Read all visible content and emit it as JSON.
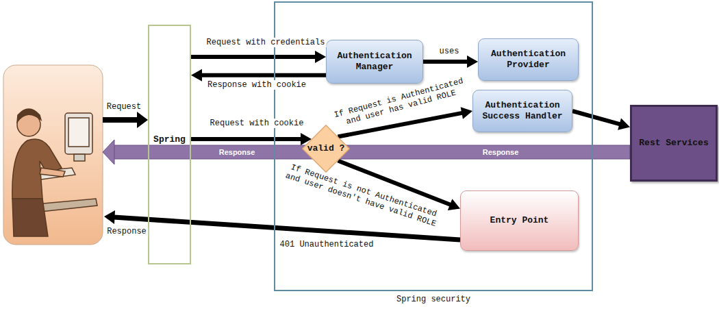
{
  "diagram": {
    "nodes": [
      {
        "text": [
          "Spring"
        ]
      },
      {
        "text": [
          "Spring security"
        ]
      },
      {
        "text": [
          "Authentication Manager"
        ],
        "in": 1
      },
      {
        "text": [
          "Authentication Provider"
        ],
        "in": 1
      },
      {
        "text": [
          "valid ?"
        ],
        "in": 1
      },
      {
        "text": [
          "Authentication Success Handler"
        ],
        "in": 1
      },
      {
        "text": [
          "Entry Point"
        ],
        "in": 1
      },
      {
        "text": [
          "Rest Services"
        ]
      }
    ],
    "edges": [
      {
        "from": 0,
        "to": 2,
        "arrow": "to",
        "label": "Request with credentials"
      },
      {
        "from": 2,
        "to": 0,
        "arrow": "to",
        "label": "Response with cookie"
      },
      {
        "from": 2,
        "to": 3,
        "arrow": "to",
        "label": "uses"
      },
      {
        "from": 0,
        "to": 4,
        "arrow": "to",
        "label": "Request with cookie"
      },
      {
        "from": 4,
        "to": 5,
        "arrow": "to",
        "label": "If Request is Authenticated and user has valid ROLE"
      },
      {
        "from": 5,
        "to": 7,
        "arrow": "to"
      },
      {
        "from": 4,
        "to": 6,
        "arrow": "to",
        "label": "If Request is not Authenticated and user doesn't have valid ROLE"
      }
    ],
    "labels": [
      "Request",
      "Response",
      "Response",
      "Response",
      "401 Unauthenticated"
    ]
  }
}
